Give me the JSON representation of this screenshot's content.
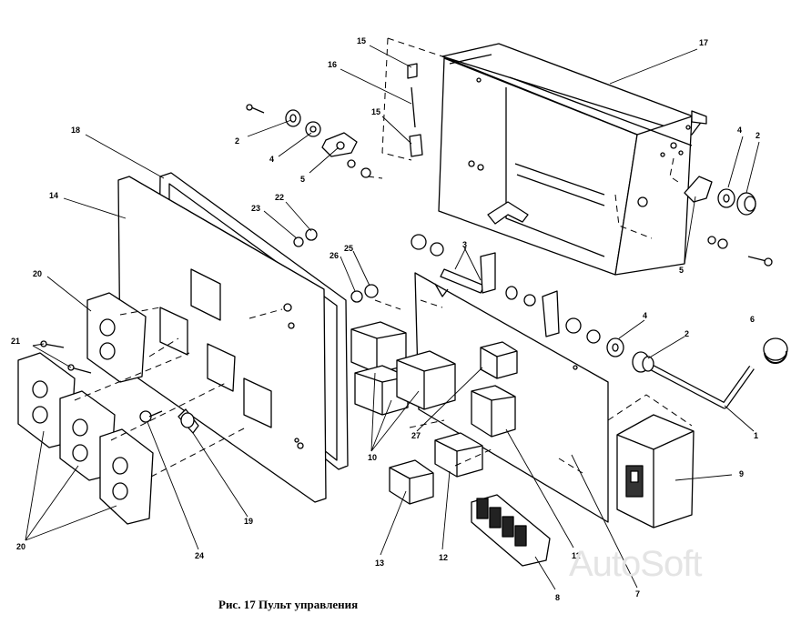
{
  "caption": "Рис. 17  Пульт управления",
  "watermark": "AutoSoft",
  "labels": {
    "l1": "1",
    "l2a": "2",
    "l2b": "2",
    "l2c": "2",
    "l3": "3",
    "l4a": "4",
    "l4b": "4",
    "l4c": "4",
    "l5a": "5",
    "l5b": "5",
    "l6": "6",
    "l7": "7",
    "l8": "8",
    "l9": "9",
    "l10": "10",
    "l11": "11",
    "l12": "12",
    "l13": "13",
    "l14": "14",
    "l15a": "15",
    "l15b": "15",
    "l16": "16",
    "l17": "17",
    "l18": "18",
    "l19": "19",
    "l20a": "20",
    "l20b": "20",
    "l21": "21",
    "l22": "22",
    "l23": "23",
    "l24": "24",
    "l25": "25",
    "l26": "26",
    "l27": "27"
  }
}
